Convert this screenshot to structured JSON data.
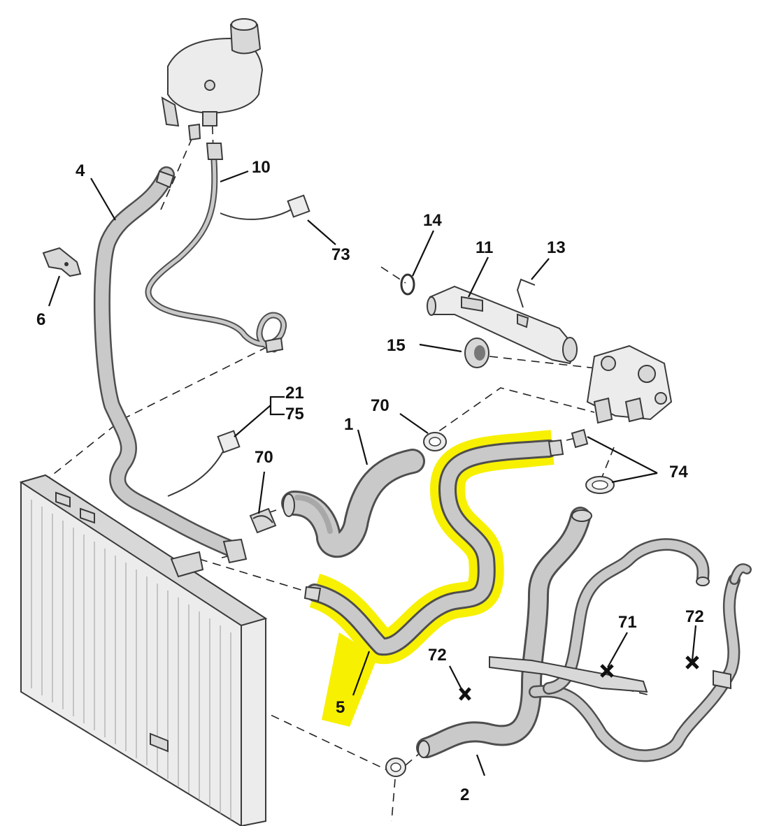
{
  "callouts": {
    "c1": "1",
    "c2": "2",
    "c4": "4",
    "c5": "5",
    "c6": "6",
    "c10": "10",
    "c11": "11",
    "c13": "13",
    "c14": "14",
    "c15": "15",
    "c21": "21",
    "c70a": "70",
    "c70b": "70",
    "c71": "71",
    "c72a": "72",
    "c72b": "72",
    "c73": "73",
    "c74": "74",
    "c75": "75"
  },
  "colors": {
    "highlight": "#f7f000",
    "hose": "#c9c9c9",
    "outline": "#4e4e4e"
  }
}
